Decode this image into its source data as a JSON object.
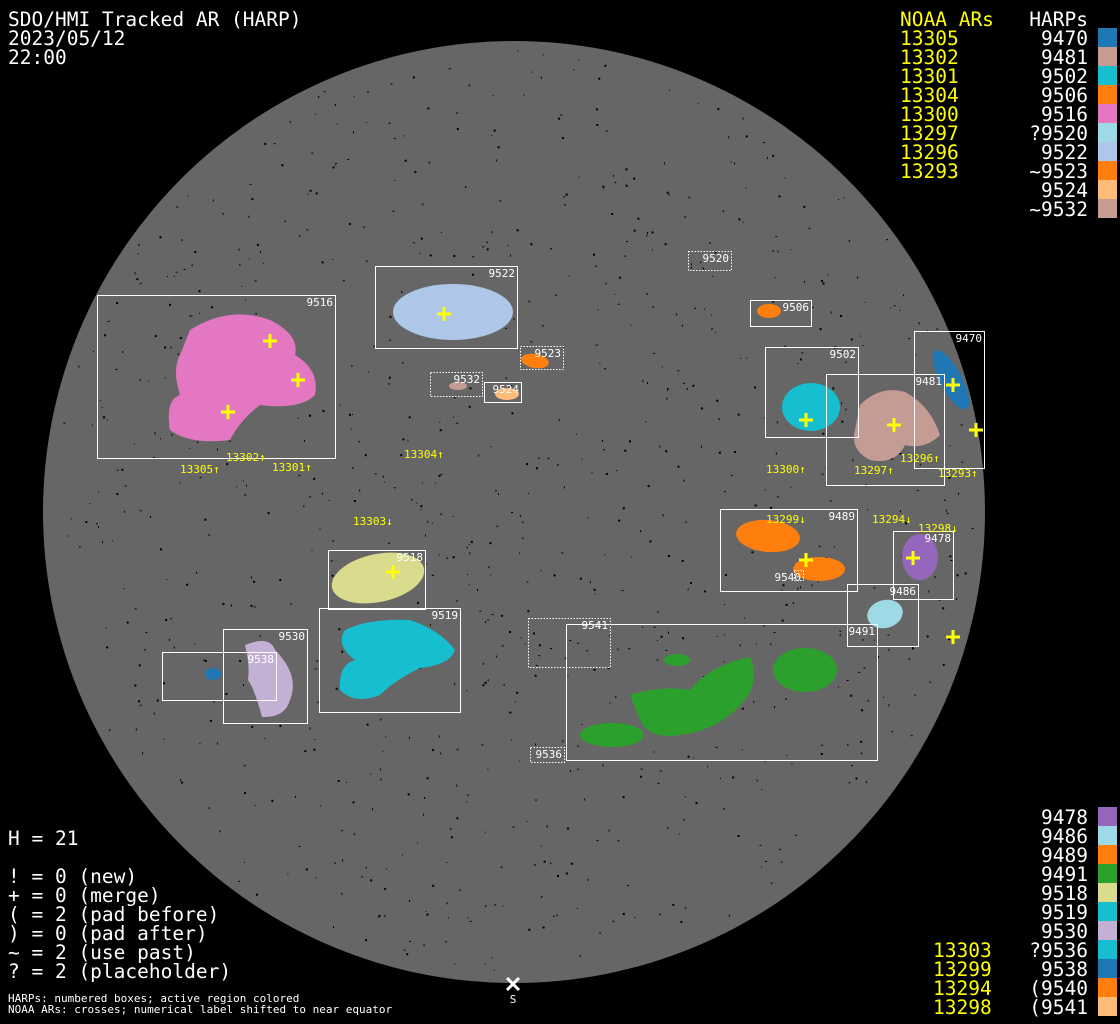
{
  "header": {
    "title": "SDO/HMI Tracked AR (HARP)",
    "date": "2023/05/12",
    "time": "22:00"
  },
  "legend_top": {
    "noaa_header": "NOAA ARs",
    "harp_header": "HARPs",
    "noaa": [
      "13305",
      "13302",
      "13301",
      "13304",
      "13300",
      "13297",
      "13296",
      "13293"
    ],
    "harps": [
      {
        "label": "9470",
        "color": "#1f77b4"
      },
      {
        "label": "9481",
        "color": "#c49c94"
      },
      {
        "label": "9502",
        "color": "#17becf"
      },
      {
        "label": "9506",
        "color": "#ff7f0e"
      },
      {
        "label": "9516",
        "color": "#e377c2"
      },
      {
        "label": "?9520",
        "color": "#9edae5"
      },
      {
        "label": "9522",
        "color": "#aec7e8"
      },
      {
        "label": "~9523",
        "color": "#ff7f0e"
      },
      {
        "label": "9524",
        "color": "#ffbb78"
      },
      {
        "label": "~9532",
        "color": "#c49c94"
      }
    ]
  },
  "legend_bottom": {
    "noaa": [
      "13303",
      "13299",
      "13294",
      "13298"
    ],
    "harps": [
      {
        "label": "9478",
        "color": "#9467bd"
      },
      {
        "label": "9486",
        "color": "#9edae5"
      },
      {
        "label": "9489",
        "color": "#ff7f0e"
      },
      {
        "label": "9491",
        "color": "#2ca02c"
      },
      {
        "label": "9518",
        "color": "#dbdb8d"
      },
      {
        "label": "9519",
        "color": "#17becf"
      },
      {
        "label": "9530",
        "color": "#c5b0d5"
      },
      {
        "label": "?9536",
        "color": "#17becf"
      },
      {
        "label": "9538",
        "color": "#1f77b4"
      },
      {
        "label": "(9540",
        "color": "#ff7f0e"
      },
      {
        "label": "(9541",
        "color": "#ffbb78"
      }
    ]
  },
  "stats": {
    "h": "H = 21",
    "lines": [
      "! = 0 (new)",
      "+ = 0 (merge)",
      "( = 2 (pad before)",
      ") = 0 (pad after)",
      "~ = 2 (use past)",
      "? = 2 (placeholder)"
    ]
  },
  "notes": [
    "HARPs: numbered boxes; active region colored",
    "NOAA ARs: crosses; numerical label shifted to near equator"
  ],
  "south_label": "S",
  "map": {
    "harp_boxes": [
      "9516",
      "9522",
      "9523",
      "9532",
      "9524",
      "9520",
      "9506",
      "9502",
      "9481",
      "9470",
      "9489",
      "9478",
      "9486",
      "9491",
      "9541",
      "9536",
      "9518",
      "9519",
      "9530",
      "9538",
      "9540"
    ],
    "noaa_labels": [
      "13305↑",
      "13302↑",
      "13301↑",
      "13304↑",
      "13303↓",
      "13300↑",
      "13297↑",
      "13296↑",
      "13293↑",
      "13299↓",
      "13294↓",
      "13298↓"
    ],
    "colors": {
      "disk": "#666666",
      "box": "#ffffff",
      "cross": "#ffff00"
    }
  }
}
